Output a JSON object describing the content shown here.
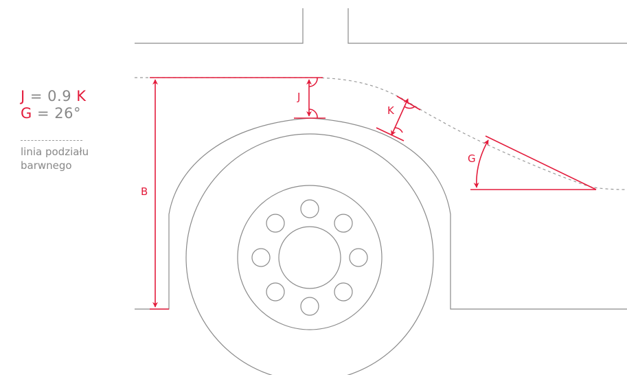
{
  "legend": {
    "formula1": {
      "lhs": "J",
      "eq": " = ",
      "value": "0.9",
      "rhs": "K"
    },
    "formula2": {
      "lhs": "G",
      "eq": " = ",
      "value": "26°"
    },
    "line_caption_1": "linia podziału",
    "line_caption_2": "barwnego"
  },
  "labels": {
    "b": "B",
    "j": "J",
    "k": "K",
    "g": "G"
  },
  "colors": {
    "accent": "#e31b3b",
    "line": "#8a8a8a",
    "dash": "#9a9a9a"
  }
}
